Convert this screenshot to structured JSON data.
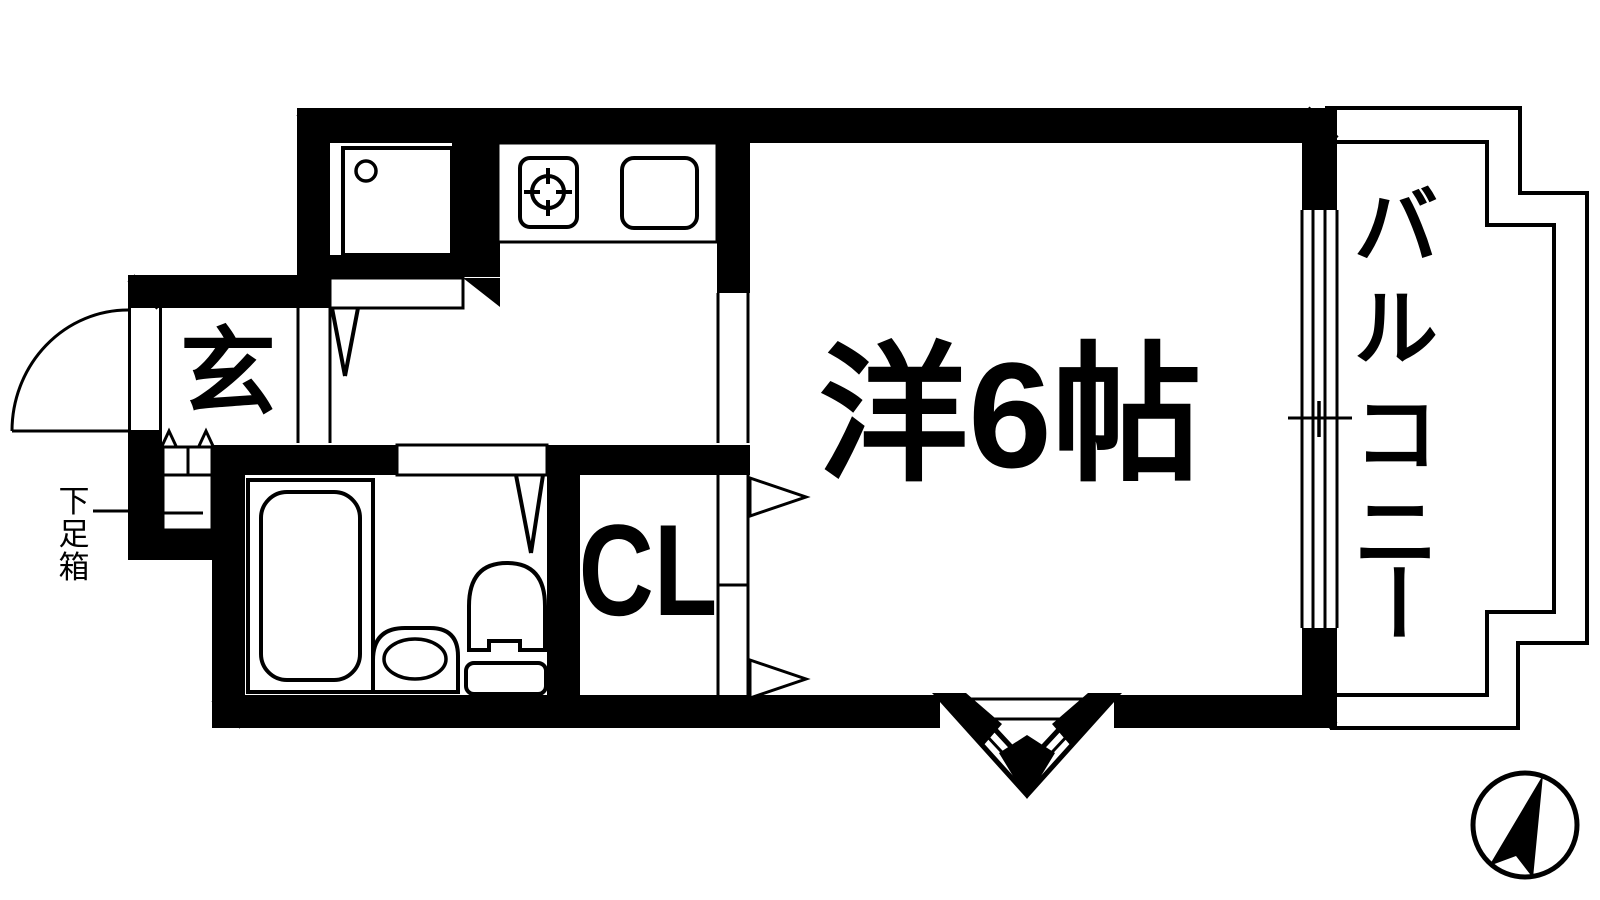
{
  "document": {
    "type": "apartment-floorplan"
  },
  "labels": {
    "main_room": "洋6帖",
    "entrance": "玄",
    "closet": "CL",
    "balcony": "バルコニー",
    "balcony_chars": [
      "バ",
      "ル",
      "コ",
      "ニ",
      "ー"
    ],
    "shoe_box": "下足箱",
    "shoe_box_chars": [
      "下",
      "足",
      "箱"
    ]
  },
  "icons": {
    "compass": "north-arrow-icon",
    "kitchen": [
      "washing-machine-pan-icon",
      "gas-burner-icon",
      "kitchen-sink-icon"
    ],
    "bathroom": [
      "bathtub-icon",
      "wash-basin-icon",
      "toilet-icon"
    ],
    "doors": [
      "entrance-door-swing-icon",
      "hinged-door-v-icon",
      "closet-door-arrow-icon",
      "sliding-window-icon",
      "bay-window-icon"
    ]
  },
  "colors": {
    "wall": "#000000",
    "line": "#000000",
    "background": "#ffffff"
  }
}
